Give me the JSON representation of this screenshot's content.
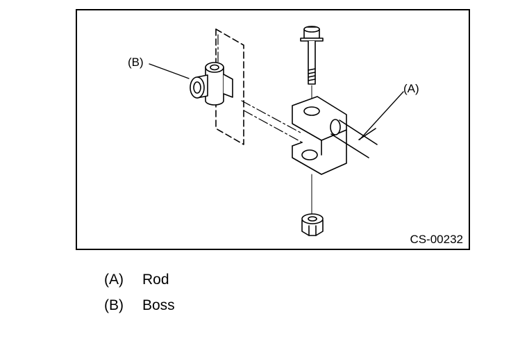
{
  "figure": {
    "code": "CS-00232",
    "callouts": {
      "a": "(A)",
      "b": "(B)"
    }
  },
  "legend": [
    {
      "key": "(A)",
      "label": "Rod"
    },
    {
      "key": "(B)",
      "label": "Boss"
    }
  ],
  "colors": {
    "ink": "#000000",
    "paper": "#ffffff"
  }
}
